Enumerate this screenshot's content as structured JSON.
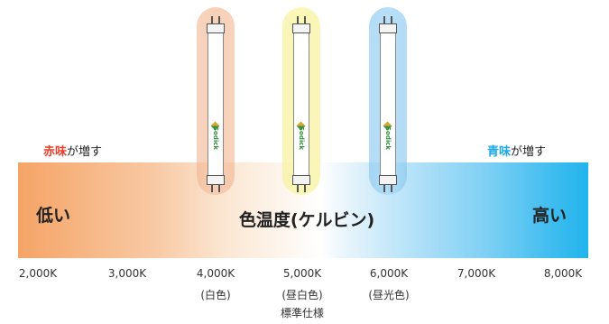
{
  "captions": {
    "left_emphasis": "赤味",
    "left_rest": "が増す",
    "right_emphasis": "青味",
    "right_rest": "が増す",
    "left_color": "#e8402d",
    "right_color": "#1aa7e4"
  },
  "bar": {
    "low_label": "低い",
    "title": "色温度(ケルビン)",
    "high_label": "高い",
    "gradient_start": "#f5a466",
    "gradient_end": "#22b4ec"
  },
  "tubes": [
    {
      "brand": "Sodick",
      "glow": "warm-orange"
    },
    {
      "brand": "Sodick",
      "glow": "yellow"
    },
    {
      "brand": "Sodick",
      "glow": "light-blue"
    }
  ],
  "axis": {
    "ticks": [
      "2,000K",
      "3,000K",
      "4,000K",
      "5,000K",
      "6,000K",
      "7,000K",
      "8,000K"
    ],
    "sub_4000": "(白色)",
    "sub_5000": "(昼白色)",
    "sub_5000_line2": "標準仕様",
    "sub_6000": "(昼光色)"
  }
}
